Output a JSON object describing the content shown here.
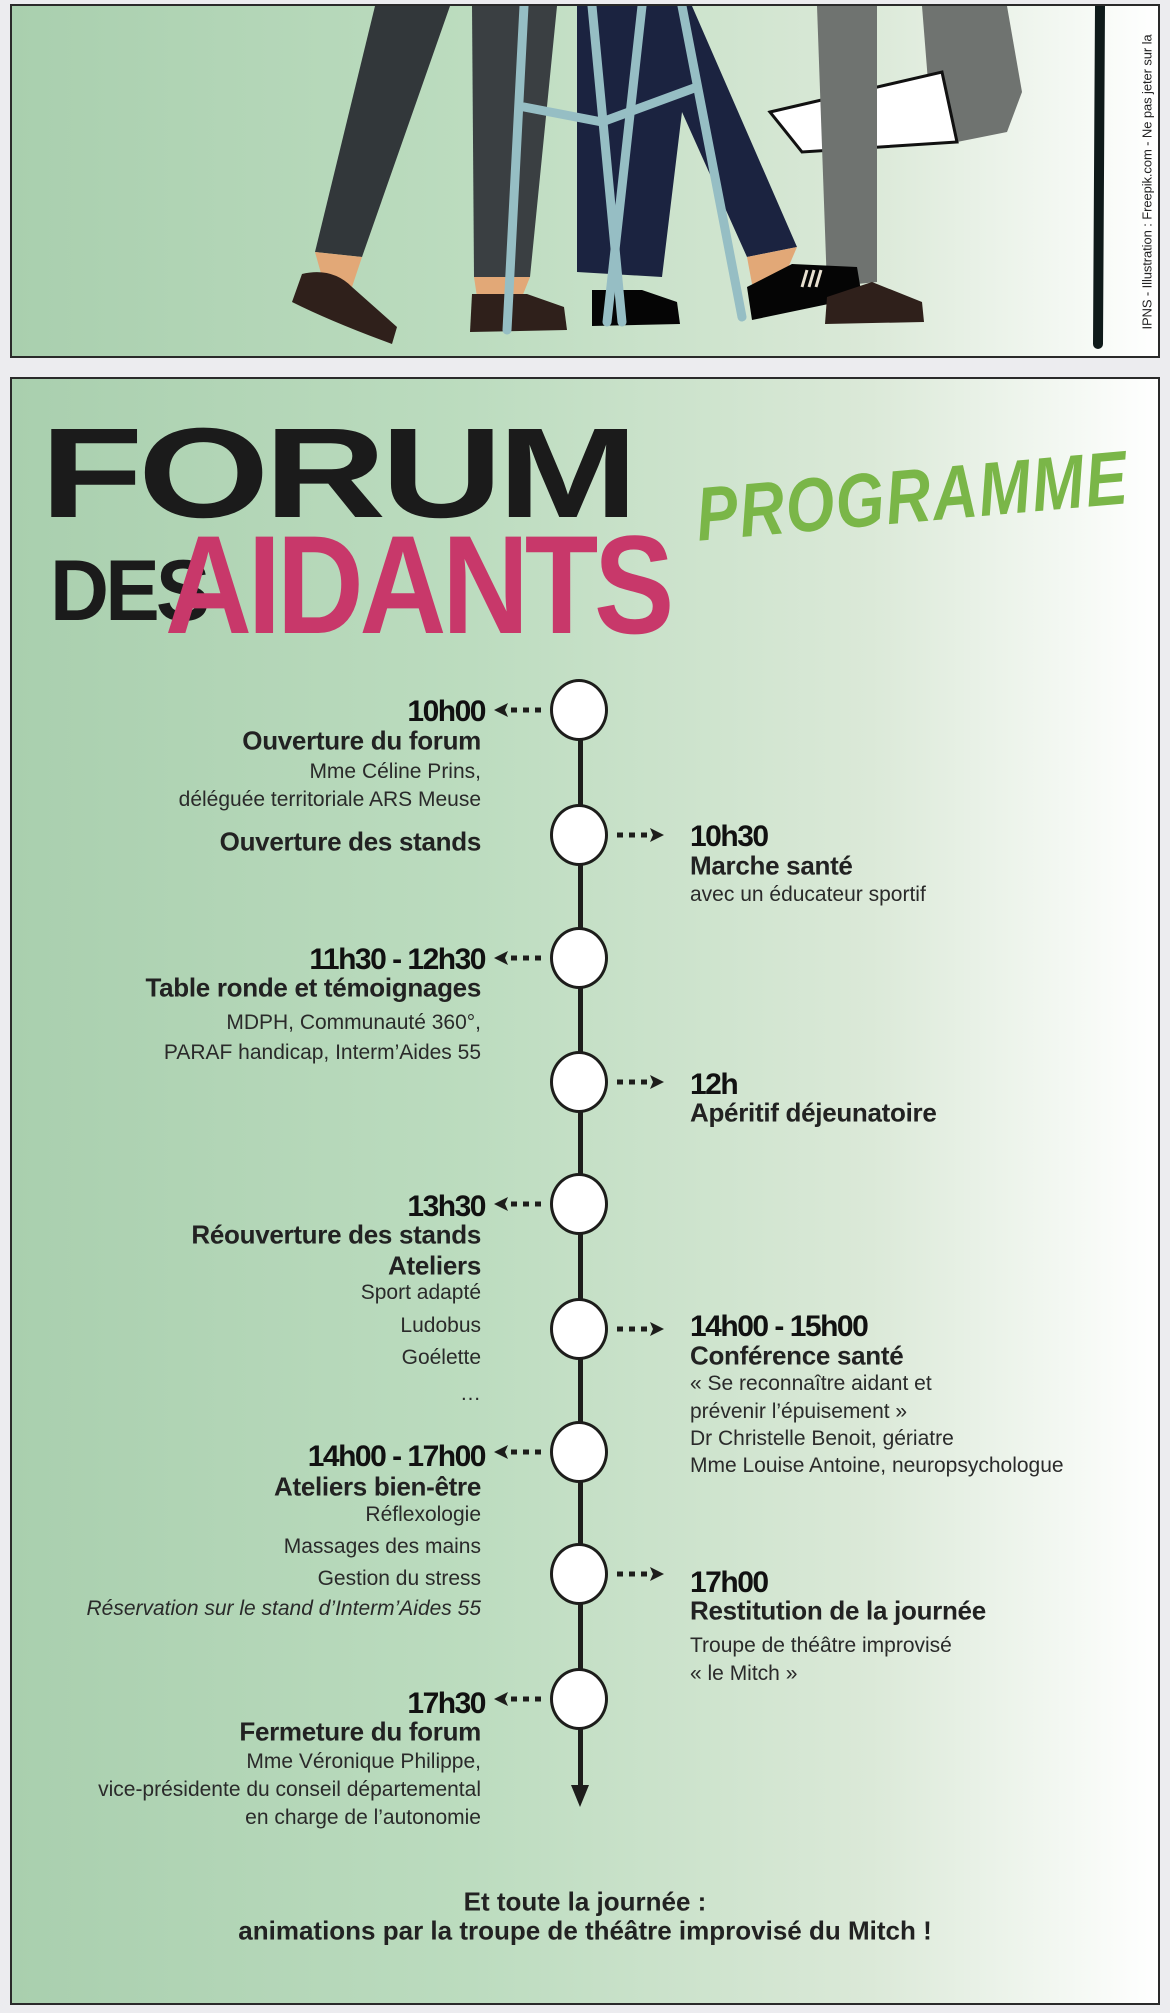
{
  "banner": {
    "credit": "IPNS - Illustration : Freepik.com - Ne pas jeter sur la"
  },
  "header": {
    "forum": "FORUM",
    "des": "DES",
    "aidants": "AIDANTS",
    "programme": "PROGRAMME"
  },
  "colors": {
    "pink": "#c8386a",
    "green": "#7ab648",
    "bg_green": "#a9cfae"
  },
  "left_events": [
    {
      "time": "10h00",
      "title": "Ouverture du forum",
      "lines": [
        "Mme Céline Prins,",
        "déléguée territoriale ARS Meuse"
      ]
    },
    {
      "title": "Ouverture des stands"
    },
    {
      "time": "11h30 - 12h30",
      "title": "Table ronde et témoignages",
      "lines": [
        "MDPH, Communauté 360°,",
        "PARAF handicap, Interm’Aides 55"
      ]
    },
    {
      "time": "13h30",
      "title": "Réouverture des stands",
      "title2": "Ateliers",
      "lines": [
        "Sport adapté",
        "Ludobus",
        "Goélette",
        "…"
      ]
    },
    {
      "time": "14h00 - 17h00",
      "title": "Ateliers bien-être",
      "lines": [
        "Réflexologie",
        "Massages des mains",
        "Gestion du stress"
      ],
      "note": "Réservation sur le stand d’Interm’Aides 55"
    },
    {
      "time": "17h30",
      "title": "Fermeture du forum",
      "lines": [
        "Mme Véronique Philippe,",
        "vice-présidente du conseil départemental",
        "en charge de l’autonomie"
      ]
    }
  ],
  "right_events": [
    {
      "time": "10h30",
      "title": "Marche santé",
      "lines": [
        "avec un éducateur sportif"
      ]
    },
    {
      "time": "12h",
      "title": "Apéritif déjeunatoire"
    },
    {
      "time": "14h00 - 15h00",
      "title": "Conférence santé",
      "lines": [
        "« Se reconnaître aidant et",
        "prévenir l’épuisement »",
        "Dr Christelle Benoit, gériatre",
        "Mme Louise Antoine, neuropsychologue"
      ]
    },
    {
      "time": "17h00",
      "title": "Restitution de la journée",
      "lines": [
        "Troupe de théâtre improvisé",
        "« le Mitch »"
      ]
    }
  ],
  "footer": {
    "line1": "Et toute la journée :",
    "line2": "animations par la troupe de théâtre improvisé du Mitch !"
  }
}
